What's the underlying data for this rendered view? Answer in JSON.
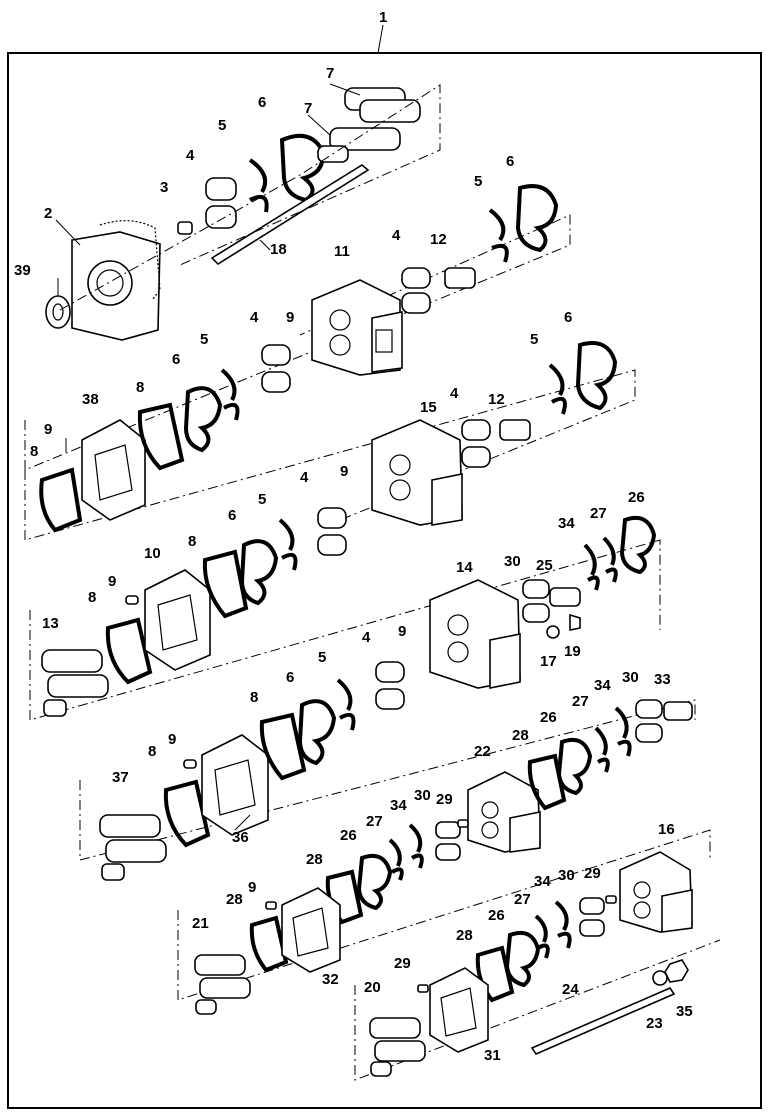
{
  "assembly_label": "1",
  "callouts": [
    {
      "id": "c1",
      "text": "1"
    },
    {
      "id": "c2",
      "text": "2"
    },
    {
      "id": "c3",
      "text": "3"
    },
    {
      "id": "c4a",
      "text": "4"
    },
    {
      "id": "c5a",
      "text": "5"
    },
    {
      "id": "c6a",
      "text": "6"
    },
    {
      "id": "c7a",
      "text": "7"
    },
    {
      "id": "c7b",
      "text": "7"
    },
    {
      "id": "c39",
      "text": "39"
    },
    {
      "id": "c18",
      "text": "18"
    },
    {
      "id": "c11",
      "text": "11"
    },
    {
      "id": "c4b",
      "text": "4"
    },
    {
      "id": "c12a",
      "text": "12"
    },
    {
      "id": "c5b",
      "text": "5"
    },
    {
      "id": "c6b",
      "text": "6"
    },
    {
      "id": "c9a",
      "text": "9"
    },
    {
      "id": "c4c",
      "text": "4"
    },
    {
      "id": "c5c",
      "text": "5"
    },
    {
      "id": "c6c",
      "text": "6"
    },
    {
      "id": "c8a",
      "text": "8"
    },
    {
      "id": "c38",
      "text": "38"
    },
    {
      "id": "c9b",
      "text": "9"
    },
    {
      "id": "c8b",
      "text": "8"
    },
    {
      "id": "c15",
      "text": "15"
    },
    {
      "id": "c4d",
      "text": "4"
    },
    {
      "id": "c12b",
      "text": "12"
    },
    {
      "id": "c5d",
      "text": "5"
    },
    {
      "id": "c6d",
      "text": "6"
    },
    {
      "id": "c9c",
      "text": "9"
    },
    {
      "id": "c4e",
      "text": "4"
    },
    {
      "id": "c5e",
      "text": "5"
    },
    {
      "id": "c6e",
      "text": "6"
    },
    {
      "id": "c8c",
      "text": "8"
    },
    {
      "id": "c10",
      "text": "10"
    },
    {
      "id": "c9d",
      "text": "9"
    },
    {
      "id": "c8d",
      "text": "8"
    },
    {
      "id": "c13",
      "text": "13"
    },
    {
      "id": "c34a",
      "text": "34"
    },
    {
      "id": "c27a",
      "text": "27"
    },
    {
      "id": "c26a",
      "text": "26"
    },
    {
      "id": "c30a",
      "text": "30"
    },
    {
      "id": "c25",
      "text": "25"
    },
    {
      "id": "c14",
      "text": "14"
    },
    {
      "id": "c9e",
      "text": "9"
    },
    {
      "id": "c4f",
      "text": "4"
    },
    {
      "id": "c17",
      "text": "17"
    },
    {
      "id": "c19",
      "text": "19"
    },
    {
      "id": "c5f",
      "text": "5"
    },
    {
      "id": "c6f",
      "text": "6"
    },
    {
      "id": "c8e",
      "text": "8"
    },
    {
      "id": "c9f",
      "text": "9"
    },
    {
      "id": "c8f",
      "text": "8"
    },
    {
      "id": "c37",
      "text": "37"
    },
    {
      "id": "c36",
      "text": "36"
    },
    {
      "id": "c33",
      "text": "33"
    },
    {
      "id": "c30b",
      "text": "30"
    },
    {
      "id": "c34b",
      "text": "34"
    },
    {
      "id": "c27b",
      "text": "27"
    },
    {
      "id": "c26b",
      "text": "26"
    },
    {
      "id": "c28a",
      "text": "28"
    },
    {
      "id": "c22",
      "text": "22"
    },
    {
      "id": "c30c",
      "text": "30"
    },
    {
      "id": "c29a",
      "text": "29"
    },
    {
      "id": "c34c",
      "text": "34"
    },
    {
      "id": "c27c",
      "text": "27"
    },
    {
      "id": "c26c",
      "text": "26"
    },
    {
      "id": "c28b",
      "text": "28"
    },
    {
      "id": "c16",
      "text": "16"
    },
    {
      "id": "c9g",
      "text": "9"
    },
    {
      "id": "c28c",
      "text": "28"
    },
    {
      "id": "c30d",
      "text": "30"
    },
    {
      "id": "c29b",
      "text": "29"
    },
    {
      "id": "c34d",
      "text": "34"
    },
    {
      "id": "c27d",
      "text": "27"
    },
    {
      "id": "c26d",
      "text": "26"
    },
    {
      "id": "c28d",
      "text": "28"
    },
    {
      "id": "c21",
      "text": "21"
    },
    {
      "id": "c32",
      "text": "32"
    },
    {
      "id": "c29c",
      "text": "29"
    },
    {
      "id": "c20",
      "text": "20"
    },
    {
      "id": "c24",
      "text": "24"
    },
    {
      "id": "c23",
      "text": "23"
    },
    {
      "id": "c35",
      "text": "35"
    },
    {
      "id": "c31",
      "text": "31"
    }
  ]
}
